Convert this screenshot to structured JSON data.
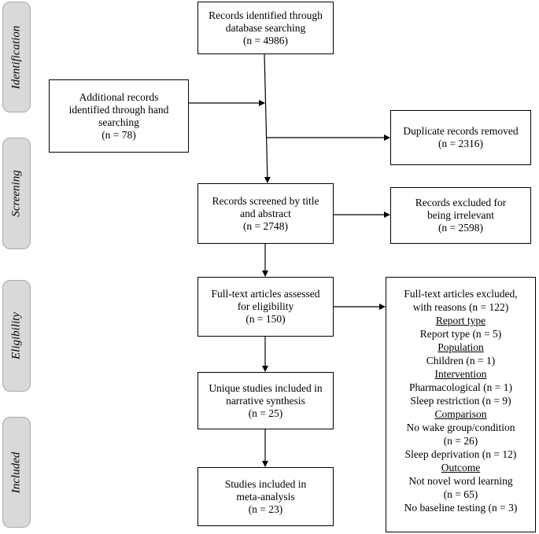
{
  "phases": {
    "identification": "Identification",
    "screening": "Screening",
    "eligibility": "Eligibility",
    "included": "Included"
  },
  "boxes": {
    "database": {
      "lines": [
        "Records identified through",
        "database searching",
        "(n = 4986)"
      ]
    },
    "hand": {
      "lines": [
        "Additional records",
        "identified through hand",
        "searching",
        "(n = 78)"
      ]
    },
    "duplicates": {
      "lines": [
        "Duplicate records removed",
        "(n = 2316)"
      ]
    },
    "screened": {
      "lines": [
        "Records screened by title",
        "and abstract",
        "(n = 2748)"
      ]
    },
    "irrelevant": {
      "lines": [
        "Records excluded for",
        "being irrelevant",
        "(n = 2598)"
      ]
    },
    "fulltext": {
      "lines": [
        "Full-text articles assessed",
        "for eligibility",
        "(n = 150)"
      ]
    },
    "narrative": {
      "lines": [
        "Unique studies included in",
        "narrative synthesis",
        "(n = 25)"
      ]
    },
    "meta": {
      "lines": [
        "Studies included in",
        "meta-analysis",
        "(n = 23)"
      ]
    },
    "excluded": {
      "lines": [
        {
          "text": "Full-text articles excluded,",
          "underline": false
        },
        {
          "text": "with reasons (n = 122)",
          "underline": false
        },
        {
          "text": "Report type",
          "underline": true
        },
        {
          "text": "Report type (n = 5)",
          "underline": false
        },
        {
          "text": "Population",
          "underline": true
        },
        {
          "text": "Children (n = 1)",
          "underline": false
        },
        {
          "text": "Intervention",
          "underline": true
        },
        {
          "text": "Pharmacological (n = 1)",
          "underline": false
        },
        {
          "text": "Sleep restriction (n = 9)",
          "underline": false
        },
        {
          "text": "Comparison",
          "underline": true
        },
        {
          "text": "No wake group/condition",
          "underline": false
        },
        {
          "text": "(n = 26)",
          "underline": false
        },
        {
          "text": "Sleep deprivation (n = 12)",
          "underline": false
        },
        {
          "text": "Outcome",
          "underline": true
        },
        {
          "text": "Not novel word learning",
          "underline": false
        },
        {
          "text": "(n = 65)",
          "underline": false
        },
        {
          "text": "No baseline testing (n = 3)",
          "underline": false
        }
      ]
    }
  }
}
